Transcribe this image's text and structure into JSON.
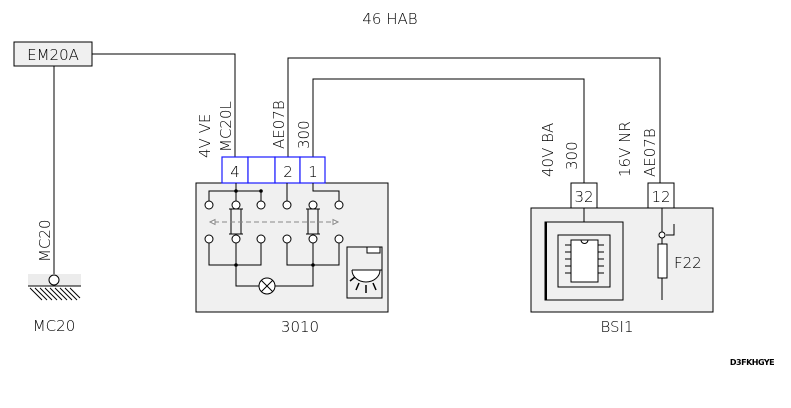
{
  "title": "46 HAB",
  "code": "D3FKHGYE",
  "ground": {
    "connector": "EM20A",
    "wire": "MC20",
    "label": "MC20"
  },
  "component_3010": {
    "label": "3010",
    "pins": [
      "4",
      "",
      "2",
      "1"
    ],
    "wire_labels": {
      "pin4_a": "4V  VE",
      "pin4_b": "MC20L",
      "pin2": "AE07B",
      "pin1": "300"
    }
  },
  "component_bsi": {
    "label": "BSI1",
    "fuse": "F22",
    "pins": [
      "32",
      "12"
    ],
    "wire_labels": {
      "pin32_a": "40V  BA",
      "pin32_b": "300",
      "pin12_a": "16V  NR",
      "pin12_b": "AE07B"
    }
  }
}
